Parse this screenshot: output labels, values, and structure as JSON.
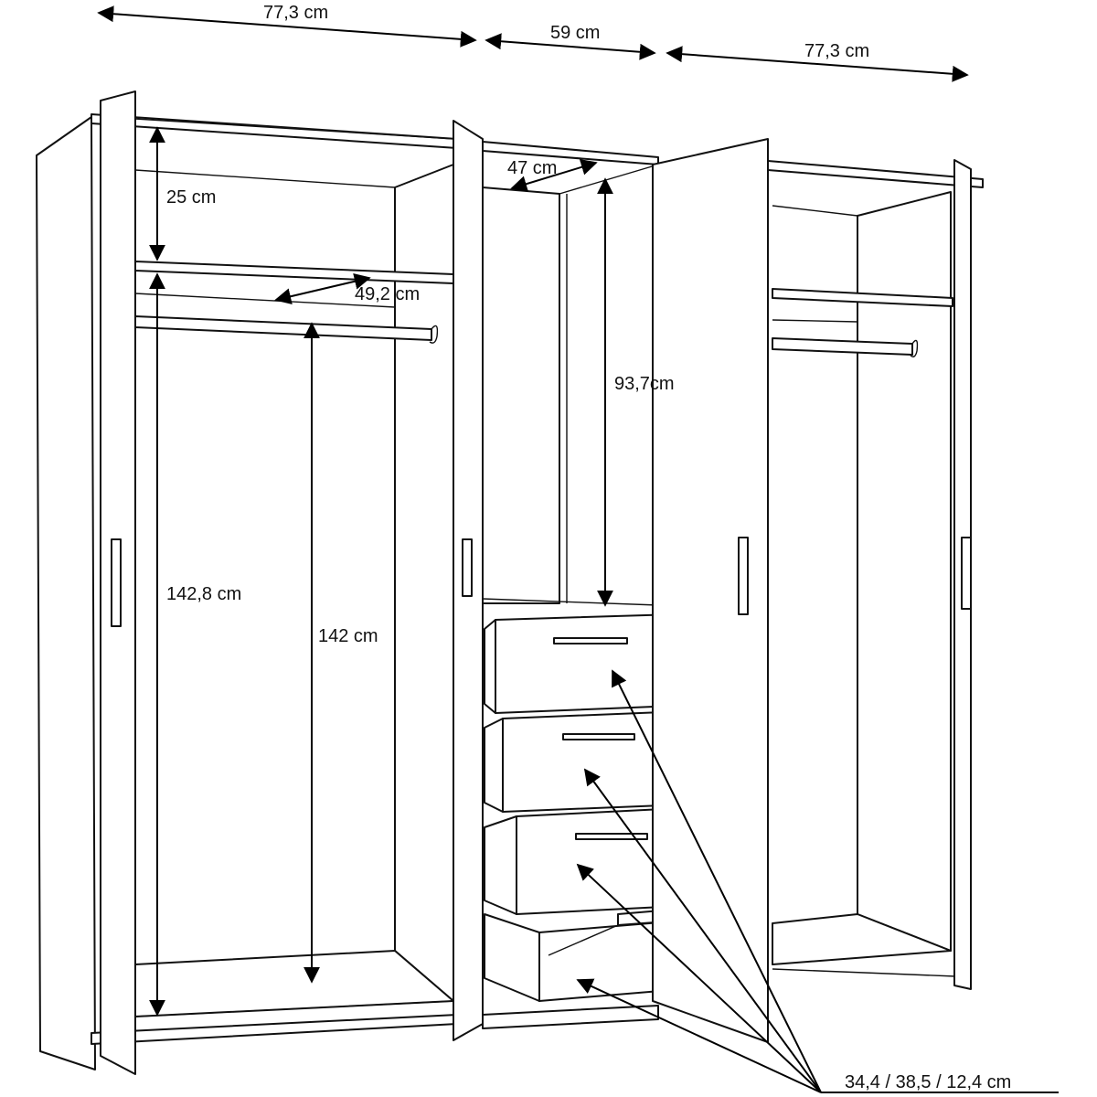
{
  "dimensions": {
    "left_width": "77,3 cm",
    "middle_width": "59 cm",
    "right_width": "77,3 cm",
    "middle_depth": "47 cm",
    "top_compartment_height": "25 cm",
    "shelf_depth": "49,2 cm",
    "left_side_height": "142,8 cm",
    "hanging_height": "142 cm",
    "middle_upper_height": "93,7cm",
    "drawer_sizes": "34,4 / 38,5 / 12,4 cm"
  },
  "colors": {
    "line": "#111111",
    "background": "#ffffff"
  }
}
